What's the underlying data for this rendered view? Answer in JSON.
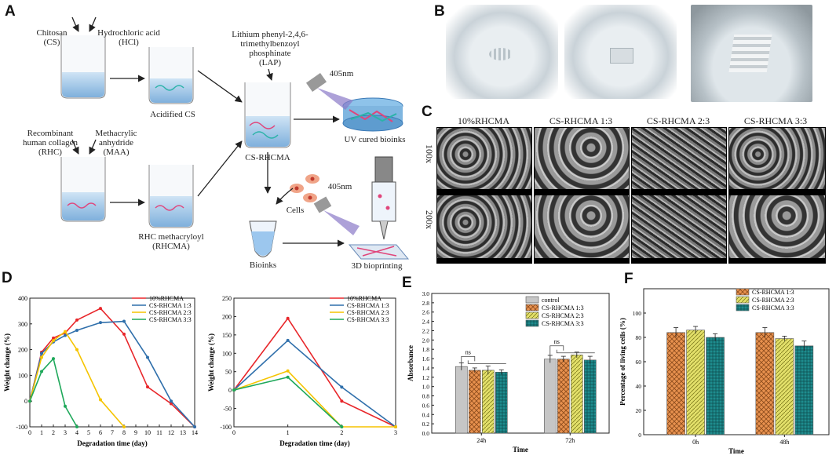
{
  "panels": {
    "A": "A",
    "B": "B",
    "C": "C",
    "D": "D",
    "E": "E",
    "F": "F"
  },
  "panel_a": {
    "chitosan": "Chitosan\n(CS)",
    "hcl": "Hydrochloric acid\n(HCl)",
    "acidified": "Acidified CS",
    "lap": "Lithium phenyl-2,4,6-\ntrimethylbenzoyl\nphosphinate\n(LAP)",
    "nm405_top": "405nm",
    "nm405_bottom": "405nm",
    "cs_rhcma": "CS-RHCMA",
    "uv": "UV cured bioinks",
    "rhc": "Recombinant\nhuman collagen\n(RHC)",
    "maa": "Methacrylic\nanhydride\n(MAA)",
    "rhcma": "RHC methacryloyl\n(RHCMA)",
    "cells": "Cells",
    "bioinks": "Bioinks",
    "bioprinting": "3D bioprinting"
  },
  "panel_c": {
    "columns": [
      "10%RHCMA",
      "CS-RHCMA 1:3",
      "CS-RHCMA 2:3",
      "CS-RHCMA 3:3"
    ],
    "rows": [
      "100x",
      "200x"
    ]
  },
  "chart_data": [
    {
      "type": "line",
      "xlabel": "Degradation time (day)",
      "ylabel": "Weight change (%)",
      "xlim": [
        0,
        14
      ],
      "ylim": [
        -100,
        400
      ],
      "xticks": [
        0,
        1,
        2,
        3,
        4,
        5,
        6,
        7,
        8,
        9,
        10,
        11,
        12,
        13,
        14
      ],
      "yticks": [
        -100,
        0,
        100,
        200,
        300,
        400
      ],
      "series": [
        {
          "name": "10%RHCMA",
          "color": "#e8262a",
          "x": [
            0,
            1,
            2,
            3,
            4,
            6,
            8,
            10,
            12,
            14
          ],
          "y": [
            0,
            190,
            245,
            265,
            315,
            360,
            260,
            55,
            -10,
            -100
          ]
        },
        {
          "name": "CS-RHCMA 1:3",
          "color": "#2f6fab",
          "x": [
            0,
            1,
            2,
            3,
            4,
            6,
            8,
            10,
            12,
            14
          ],
          "y": [
            0,
            185,
            230,
            255,
            275,
            305,
            310,
            170,
            0,
            -100
          ]
        },
        {
          "name": "CS-RHCMA 2:3",
          "color": "#f5c400",
          "x": [
            0,
            1,
            2,
            3,
            4,
            6,
            8
          ],
          "y": [
            0,
            170,
            235,
            270,
            200,
            5,
            -100
          ]
        },
        {
          "name": "CS-RHCMA 3:3",
          "color": "#1ea85a",
          "x": [
            0,
            1,
            2,
            3,
            4
          ],
          "y": [
            0,
            115,
            165,
            -20,
            -100
          ]
        }
      ]
    },
    {
      "type": "line",
      "xlabel": "Degradation time (day)",
      "ylabel": "Weight change (%)",
      "xlim": [
        0,
        3
      ],
      "ylim": [
        -100,
        250
      ],
      "xticks": [
        0,
        1,
        2,
        3
      ],
      "yticks": [
        -100,
        -50,
        0,
        50,
        100,
        150,
        200,
        250
      ],
      "series": [
        {
          "name": "10%RHCMA",
          "color": "#e8262a",
          "x": [
            0,
            1,
            2,
            3
          ],
          "y": [
            0,
            195,
            -30,
            -100
          ]
        },
        {
          "name": "CS-RHCMA 1:3",
          "color": "#2f6fab",
          "x": [
            0,
            1,
            2,
            3
          ],
          "y": [
            0,
            135,
            8,
            -100
          ]
        },
        {
          "name": "CS-RHCMA 2:3",
          "color": "#f5c400",
          "x": [
            0,
            1,
            2,
            3
          ],
          "y": [
            0,
            52,
            -100,
            -100
          ]
        },
        {
          "name": "CS-RHCMA 3:3",
          "color": "#1ea85a",
          "x": [
            0,
            1,
            2
          ],
          "y": [
            0,
            35,
            -100
          ]
        }
      ]
    },
    {
      "type": "bar",
      "xlabel": "Time",
      "ylabel": "Absorbance",
      "categories": [
        "24h",
        "72h"
      ],
      "ylim": [
        0,
        3.0
      ],
      "yticks": [
        0,
        0.2,
        0.4,
        0.6,
        0.8,
        1.0,
        1.2,
        1.4,
        1.6,
        1.8,
        2.0,
        2.2,
        2.4,
        2.6,
        2.8,
        3.0
      ],
      "ns": [
        "ns",
        "ns"
      ],
      "series": [
        {
          "name": "control",
          "pattern": "grey",
          "values": [
            1.43,
            1.59
          ],
          "err": [
            0.08,
            0.08
          ]
        },
        {
          "name": "CS-RHCMA 1:3",
          "pattern": "orange",
          "values": [
            1.35,
            1.59
          ],
          "err": [
            0.05,
            0.06
          ]
        },
        {
          "name": "CS-RHCMA 2:3",
          "pattern": "yellow",
          "values": [
            1.35,
            1.68
          ],
          "err": [
            0.09,
            0.06
          ]
        },
        {
          "name": "CS-RHCMA 3:3",
          "pattern": "teal",
          "values": [
            1.31,
            1.57
          ],
          "err": [
            0.05,
            0.08
          ]
        }
      ]
    },
    {
      "type": "bar",
      "xlabel": "Time",
      "ylabel": "Percentage of living cells (%)",
      "categories": [
        "0h",
        "48h"
      ],
      "ylim": [
        0,
        120
      ],
      "yticks": [
        0,
        20,
        40,
        60,
        80,
        100
      ],
      "series": [
        {
          "name": "CS-RHCMA 1:3",
          "pattern": "orange",
          "values": [
            84,
            84
          ],
          "err": [
            4,
            4
          ]
        },
        {
          "name": "CS-RHCMA 2:3",
          "pattern": "yellow",
          "values": [
            86,
            79
          ],
          "err": [
            3,
            2
          ]
        },
        {
          "name": "CS-RHCMA 3:3",
          "pattern": "teal",
          "values": [
            80,
            73
          ],
          "err": [
            3,
            4
          ]
        }
      ]
    }
  ]
}
